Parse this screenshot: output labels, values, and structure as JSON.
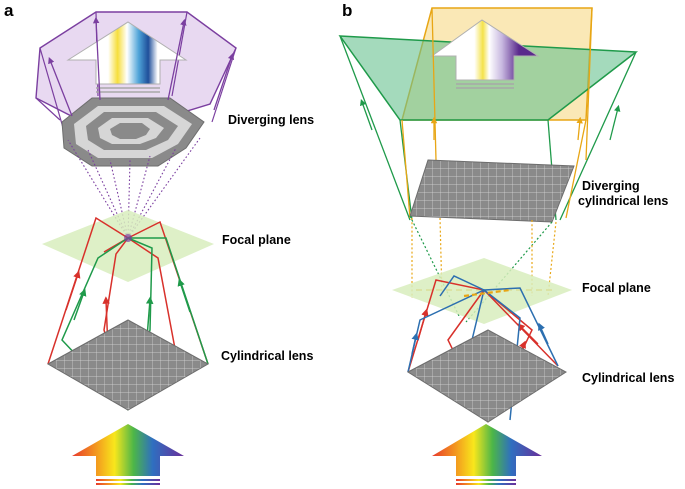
{
  "panels": [
    {
      "letter": "a",
      "labels": {
        "diverging": "Diverging lens",
        "focal": "Focal plane",
        "cylindrical": "Cylindrical lens"
      }
    },
    {
      "letter": "b",
      "labels": {
        "diverging_line1": "Diverging",
        "diverging_line2": "cylindrical lens",
        "focal": "Focal plane",
        "cylindrical": "Cylindrical lens"
      }
    }
  ],
  "colors": {
    "ray_red": "#d8312b",
    "ray_green": "#1f9a4a",
    "ray_blue": "#2c6fb0",
    "ray_purple": "#7b3fa0",
    "ray_orange": "#e8a615",
    "purple_screen": "#e4d2ee",
    "green_screen": "#67c28f",
    "orange_screen": "#f6d57a",
    "focal_plane": "#d8edbd",
    "lens_gray": "#8a8a8a"
  }
}
